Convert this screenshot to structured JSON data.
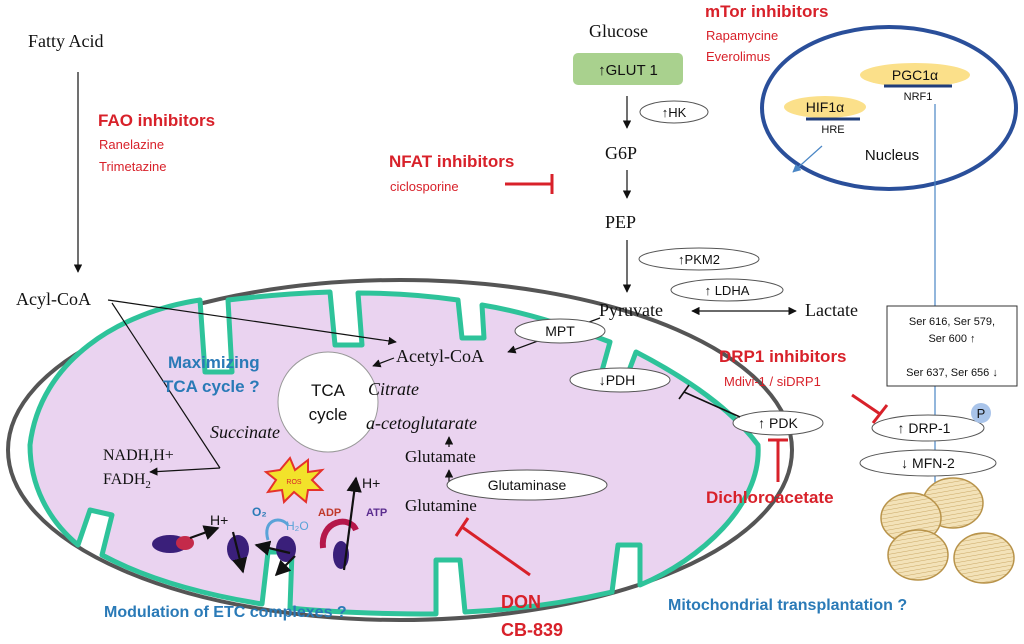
{
  "metabolites": {
    "fatty_acid": "Fatty Acid",
    "acyl_coa": "Acyl-CoA",
    "glucose": "Glucose",
    "g6p": "G6P",
    "pep": "PEP",
    "pyruvate": "Pyruvate",
    "lactate": "Lactate",
    "acetyl_coa": "Acetyl-CoA",
    "citrate": "Citrate",
    "a_ketoglutarate": "a-cetoglutarate",
    "succinate": "Succinate",
    "glutamate": "Glutamate",
    "glutamine": "Glutamine",
    "nadh": "NADH,H+",
    "fadh": "FADH",
    "fadh_sub": "2"
  },
  "enzymes": {
    "glut1": "↑GLUT 1",
    "hk": "↑HK",
    "pkm2": "↑PKM2",
    "ldha": "↑ LDHA",
    "mpt": "MPT",
    "pdh": "↓PDH",
    "pdk": "↑ PDK",
    "glutaminase": "Glutaminase",
    "drp1": "↑ DRP-1",
    "drp1_p": "P",
    "mfn2": "↓ MFN-2"
  },
  "tca": {
    "line1": "TCA",
    "line2": "cycle"
  },
  "nucleus": {
    "label": "Nucleus",
    "pgc1a": "PGC1α",
    "nrf1": "NRF1",
    "hif1a": "HIF1α",
    "hre": "HRE"
  },
  "serine_box": {
    "line1": "Ser 616, Ser 579,",
    "line2": "Ser 600 ↑",
    "line3": "Ser 637, Ser 656 ↓"
  },
  "etc": {
    "h_plus": "H+",
    "h_plus2": "H+",
    "o2": "O₂",
    "h2o": "H₂O",
    "adp": "ADP",
    "atp": "ATP",
    "ros": "ROS"
  },
  "inhibitors": {
    "fao": {
      "title": "FAO inhibitors",
      "drug1": "Ranelazine",
      "drug2": "Trimetazine"
    },
    "nfat": {
      "title": "NFAT inhibitors",
      "drug1": "ciclosporine"
    },
    "mtor": {
      "title": "mTor inhibitors",
      "drug1": "Rapamycine",
      "drug2": "Everolimus"
    },
    "drp1": {
      "title": "DRP1 inhibitors",
      "drug1": "Mdivi-1 / siDRP1"
    },
    "dca": {
      "title": "Dichloroacetate"
    },
    "don": {
      "title1": "DON",
      "title2": "CB-839"
    }
  },
  "questions": {
    "tca": [
      "Maximizing",
      "TCA cycle ?"
    ],
    "etc": "Modulation of ETC complexes ?",
    "transplant": "Mitochondrial transplantation ?"
  },
  "colors": {
    "inhibitor_red": "#d8212a",
    "question_blue": "#2a7ab7",
    "matrix_pink": "#ead3f0",
    "cristae_green": "#2ec39a",
    "membrane_grey": "#555555",
    "nucleus_border": "#2a4f9a",
    "glut_green": "#a9d18e",
    "gene_yellow": "#fbe08a",
    "mito_beige": "#f1ddb0"
  }
}
